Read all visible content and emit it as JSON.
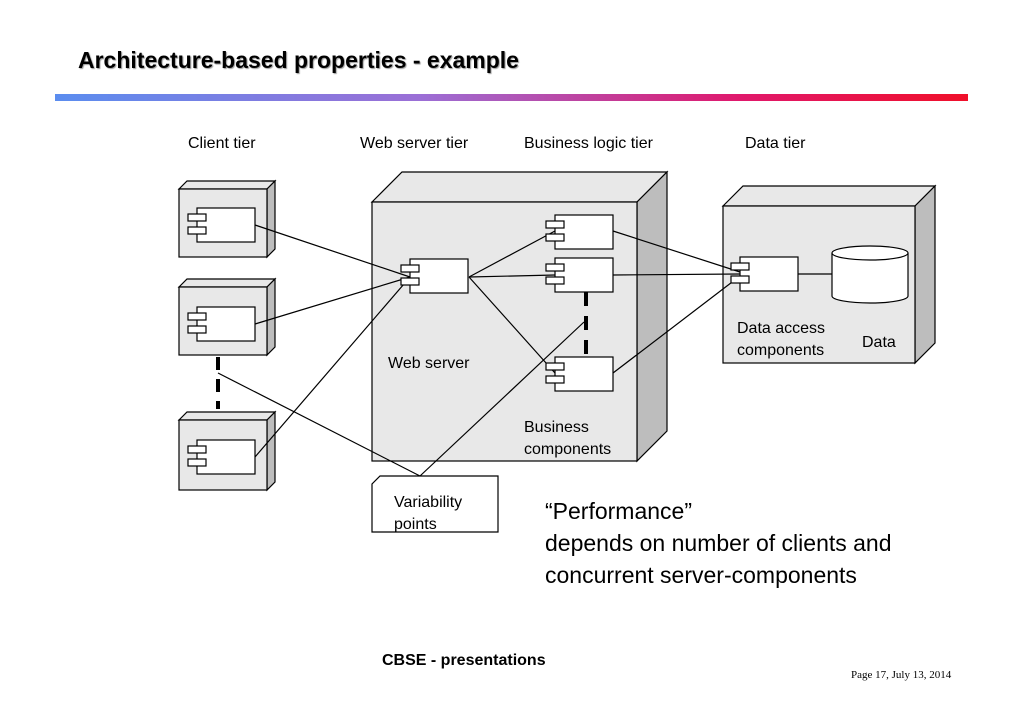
{
  "slide": {
    "title": "Architecture-based properties - example",
    "accent_gradient": [
      "#5b8def",
      "#9b6fd6",
      "#e0186c",
      "#f0102a"
    ],
    "footer_center": "CBSE - presentations",
    "footer_page": "Page 17,  July 13, 2014"
  },
  "diagram": {
    "tiers": {
      "client": "Client tier",
      "web_server": "Web server tier",
      "business_logic": "Business logic tier",
      "data": "Data tier"
    },
    "labels": {
      "web_server": "Web server",
      "business_components_line1": "Business",
      "business_components_line2": "components",
      "data_access_line1": "Data access",
      "data_access_line2": "components",
      "data": "Data",
      "variability_line1": "Variability",
      "variability_line2": "points"
    }
  },
  "note": {
    "line1": "“Performance”",
    "line2": "depends on number of clients and",
    "line3": "concurrent  server-components"
  }
}
